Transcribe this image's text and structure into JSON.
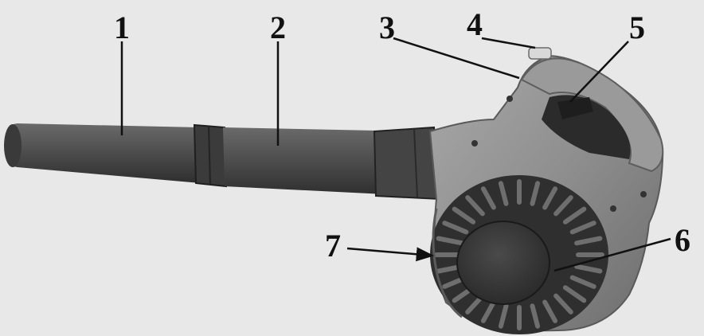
{
  "figure": {
    "subject": "leaf-blower-icon",
    "callouts": [
      {
        "id": "tube-end",
        "label": "1"
      },
      {
        "id": "tube-middle",
        "label": "2"
      },
      {
        "id": "handle-front",
        "label": "3"
      },
      {
        "id": "handle-top-switch",
        "label": "4"
      },
      {
        "id": "trigger",
        "label": "5"
      },
      {
        "id": "fan-cover",
        "label": "6"
      },
      {
        "id": "housing-edge",
        "label": "7"
      }
    ]
  },
  "colors": {
    "background": "#e8e8e8",
    "ink": "#111111",
    "tube": "#4a4a4a",
    "housing": "#8c8c8c",
    "cover": "#353535"
  }
}
